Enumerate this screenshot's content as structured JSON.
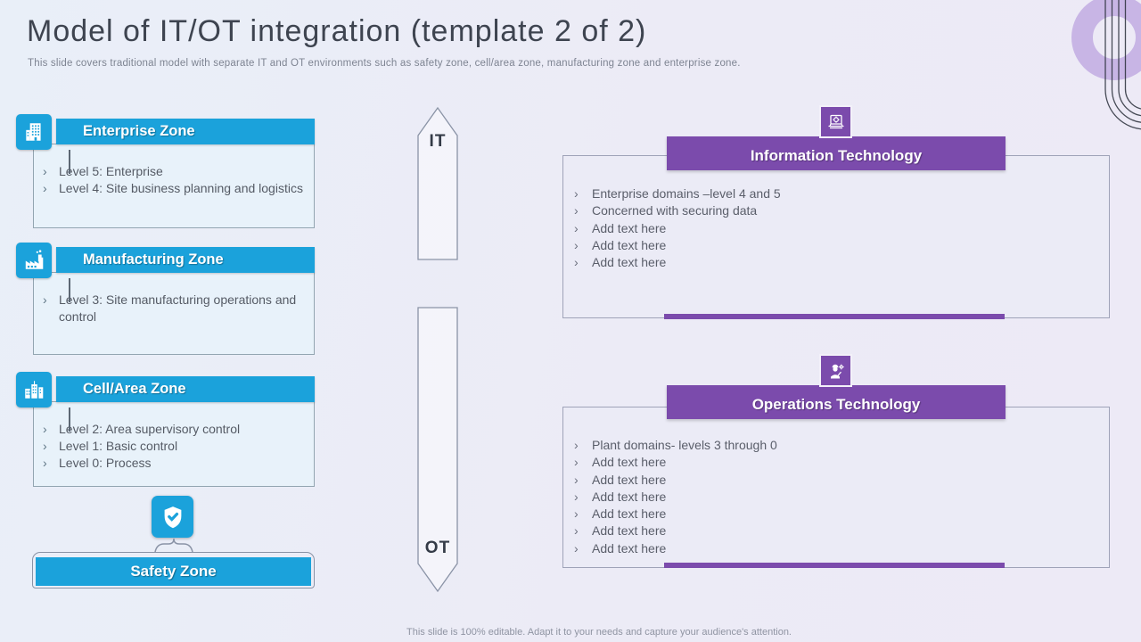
{
  "slide": {
    "title": "Model of IT/OT integration (template 2 of 2)",
    "subtitle": "This slide covers traditional model with separate IT and OT environments such as safety zone, cell/area zone, manufacturing zone and enterprise zone.",
    "footer": "This slide is 100% editable. Adapt it to your needs and capture your audience's attention."
  },
  "zones": [
    {
      "title": "Enterprise Zone",
      "icon": "building-icon",
      "bullets": [
        "Level 5: Enterprise",
        "Level 4: Site business planning and logistics"
      ]
    },
    {
      "title": "Manufacturing Zone",
      "icon": "factory-icon",
      "bullets": [
        "Level 3: Site manufacturing operations and control"
      ]
    },
    {
      "title": "Cell/Area Zone",
      "icon": "city-buildings-icon",
      "bullets": [
        "Level 2: Area supervisory control",
        "Level 1: Basic control",
        "Level 0: Process"
      ]
    }
  ],
  "safety_zone": {
    "label": "Safety Zone",
    "icon": "shield-check-icon"
  },
  "arrows": {
    "up_label": "IT",
    "down_label": "OT"
  },
  "tech_sections": [
    {
      "title": "Information Technology",
      "icon": "laptop-gear-icon",
      "bullets": [
        "Enterprise domains –level 4 and 5",
        "Concerned with securing data",
        "Add text here",
        "Add text here",
        "Add text here"
      ]
    },
    {
      "title": "Operations Technology",
      "icon": "engineer-gear-icon",
      "bullets": [
        "Plant domains- levels 3 through 0",
        "Add text here",
        "Add text here",
        "Add text here",
        "Add text here",
        "Add text here",
        "Add text here"
      ]
    }
  ],
  "colors": {
    "blue": "#1BA2DB",
    "purple": "#7B4BAC",
    "light_purple": "#C8B5E5"
  }
}
